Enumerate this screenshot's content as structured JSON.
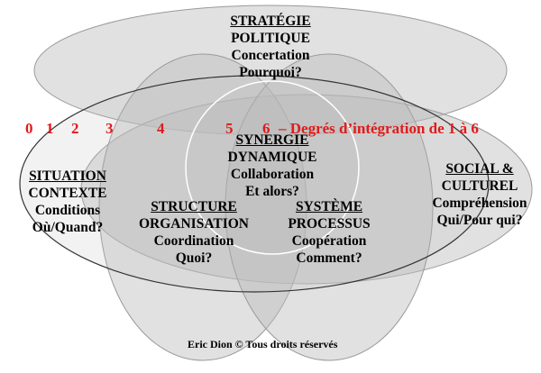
{
  "sets": {
    "strategie": [
      "STRATÉGIE",
      "POLITIQUE",
      "Concertation",
      "Pourquoi?"
    ],
    "situation": [
      "SITUATION",
      "CONTEXTE",
      "Conditions",
      "Où/Quand?"
    ],
    "synergie": [
      "SYNERGIE",
      "DYNAMIQUE",
      "Collaboration",
      "Et alors?"
    ],
    "social": [
      "SOCIAL &",
      "CULTUREL",
      "Compréhension",
      "Qui/Pour qui?"
    ],
    "structure": [
      "STRUCTURE",
      "ORGANISATION",
      "Coordination",
      "Quoi?"
    ],
    "systeme": [
      "SYSTÈME",
      "PROCESSUS",
      "Coopération",
      "Comment?"
    ]
  },
  "scale": {
    "numbers": [
      "0",
      "1",
      "2",
      "3",
      "4",
      "5",
      "6"
    ],
    "caption": "– Degrés d’intégration de 1 à 6",
    "color": "#e01b1b"
  },
  "credit": "Eric Dion © Tous droits réservés",
  "colors": {
    "ellipse_fill": "#bdbdbd",
    "ellipse_stroke": "#9a9a9a",
    "outline_stroke": "#333333"
  }
}
